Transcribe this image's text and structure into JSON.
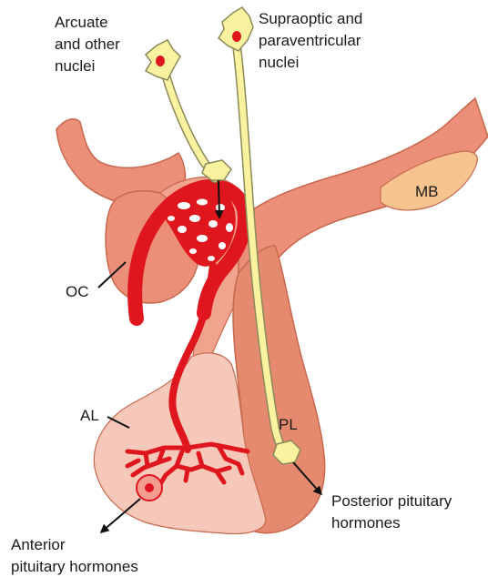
{
  "labels": {
    "arcuate": [
      "Arcuate",
      "and other",
      "nuclei"
    ],
    "supraoptic": [
      "Supraoptic and",
      "paraventricular",
      "nuclei"
    ],
    "mb": "MB",
    "oc": "OC",
    "al": "AL",
    "pl": "PL",
    "posterior": [
      "Posterior pituitary",
      "hormones"
    ],
    "anterior": [
      "Anterior",
      "pituitary hormones"
    ]
  },
  "colors": {
    "tissue": "#eb8f78",
    "tissue_dark": "#c8684f",
    "mb_fill": "#f7c48f",
    "anterior_lobe": "#f6c8b9",
    "posterior_lobe": "#e58a6e",
    "vessels": "#e0161e",
    "neuron": "#fbf2a0",
    "neuron_outline": "#8a8a5a",
    "nucleus": "#e0161e"
  },
  "icons": [
    "neuron-soma-icon",
    "arrow-icon",
    "cell-icon"
  ]
}
